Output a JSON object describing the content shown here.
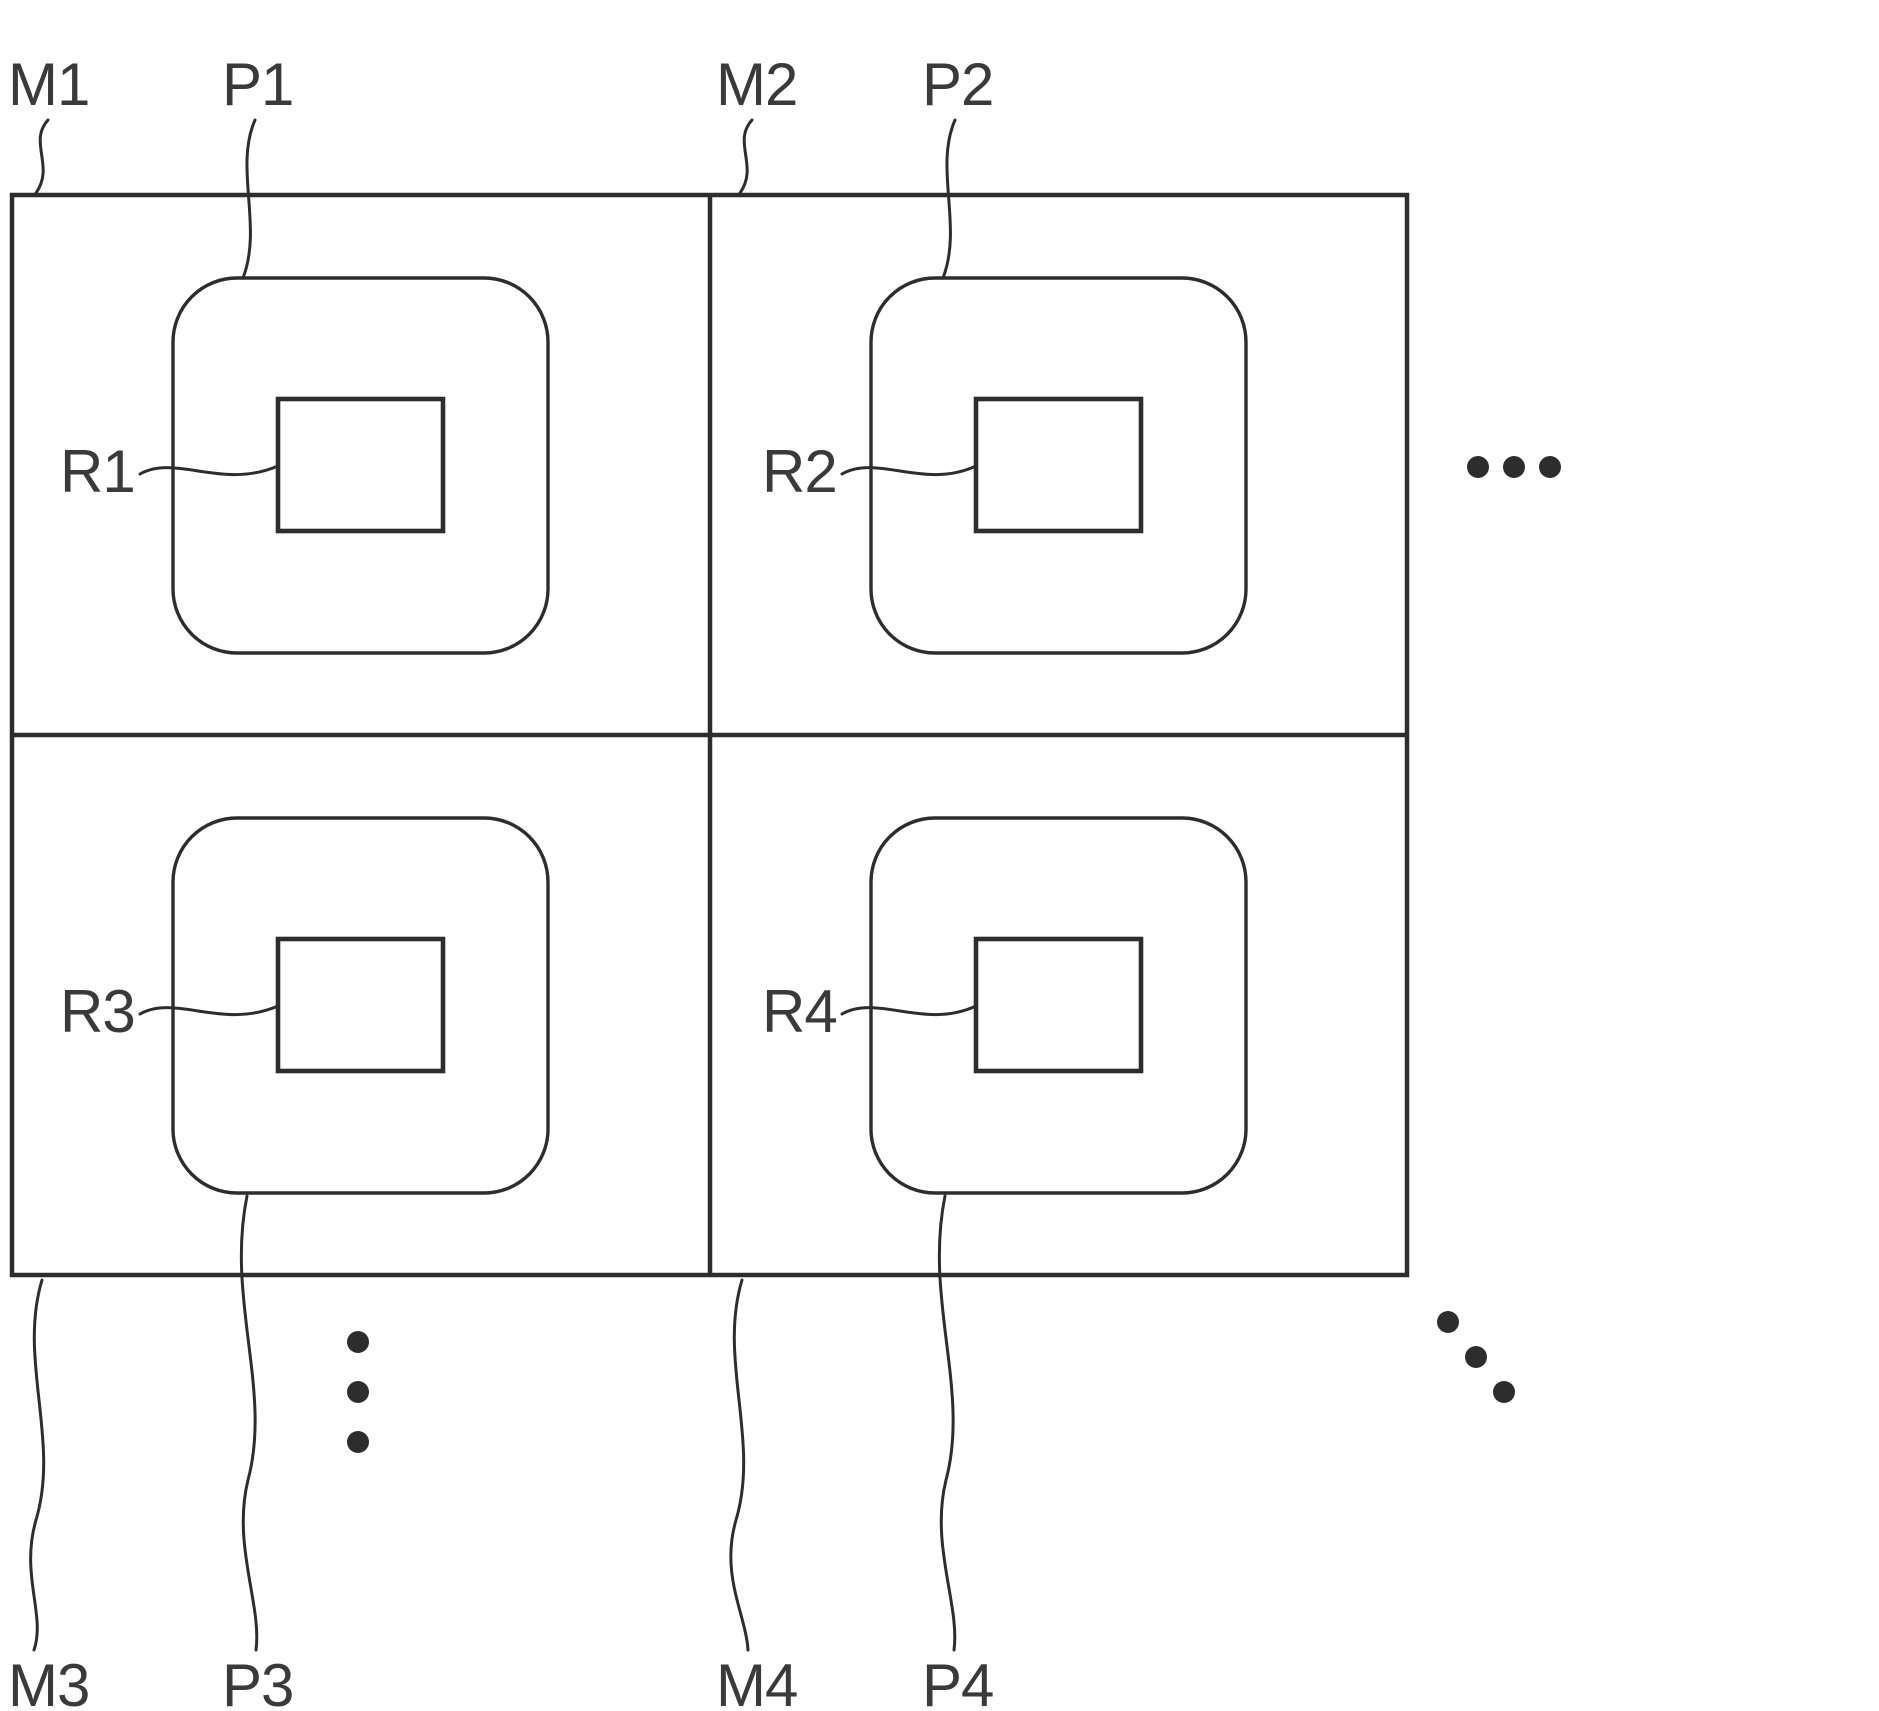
{
  "diagram": {
    "labels": {
      "m1": "M1",
      "p1": "P1",
      "m2": "M2",
      "p2": "P2",
      "r1": "R1",
      "r2": "R2",
      "r3": "R3",
      "r4": "R4",
      "m3": "M3",
      "p3": "P3",
      "m4": "M4",
      "p4": "P4"
    },
    "ellipsis": {
      "right": "horizontal-3-dots",
      "bottom_middle": "vertical-3-dots",
      "bottom_right": "diagonal-3-dots"
    },
    "colors": {
      "line": "#2d2d2d",
      "text": "#3a3a3a",
      "background": "#ffffff"
    }
  }
}
